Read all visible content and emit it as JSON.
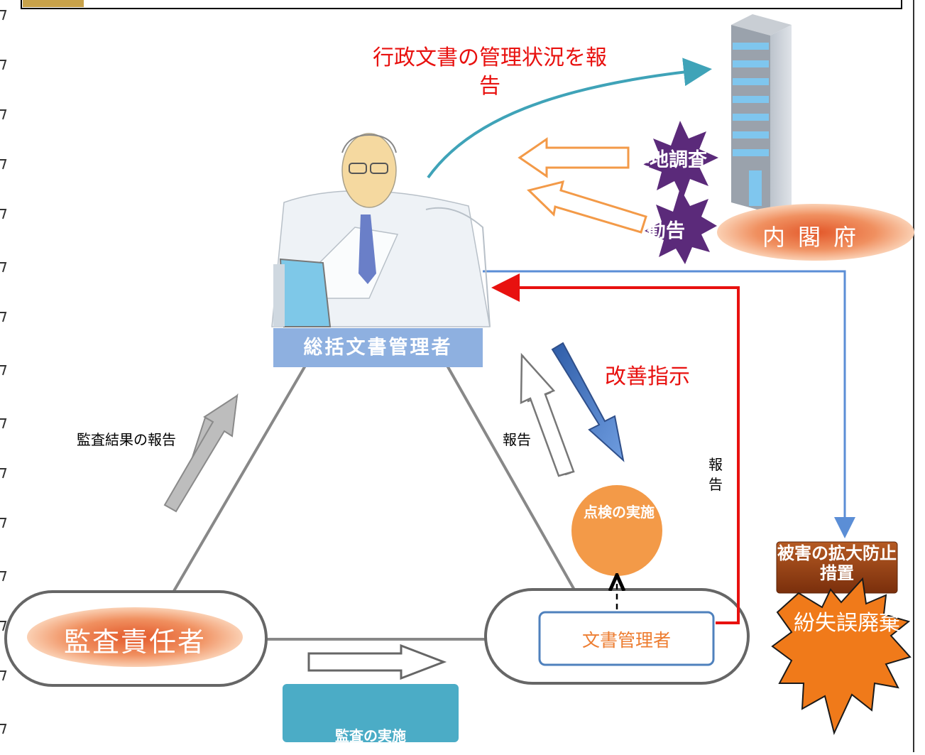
{
  "labels": {
    "report_status": "行政文書の管理状況を報告",
    "improvement": "改善指示",
    "audit_result_report": "監査結果の報告",
    "report_mid": "報告",
    "report_right": "報告",
    "general_manager": "総括文書管理者",
    "field_survey": "実地調査",
    "recommendation": "勧告",
    "cabinet_office": "内閣府",
    "damage_prevention": "被害の拡大防止措置",
    "loss_disposal": "紛失誤廃棄",
    "inspection": "点検の実施",
    "document_manager": "文書管理者",
    "audit_officer": "監査責任者",
    "audit_execution": "監査の実施"
  },
  "colors": {
    "red": "#e8110f",
    "orange": "#ed7d31",
    "teal_arrow": "#3fa3b8",
    "blue_line": "#5b8ed6",
    "general_manager_bar": "#8eb0e0",
    "audit_box": "#4bacc6",
    "brown_box": "#8b3a10",
    "purple_burst": "#5b2a7a"
  },
  "icons": {
    "officer": "manager-at-desk-icon",
    "building": "office-building-icon"
  }
}
